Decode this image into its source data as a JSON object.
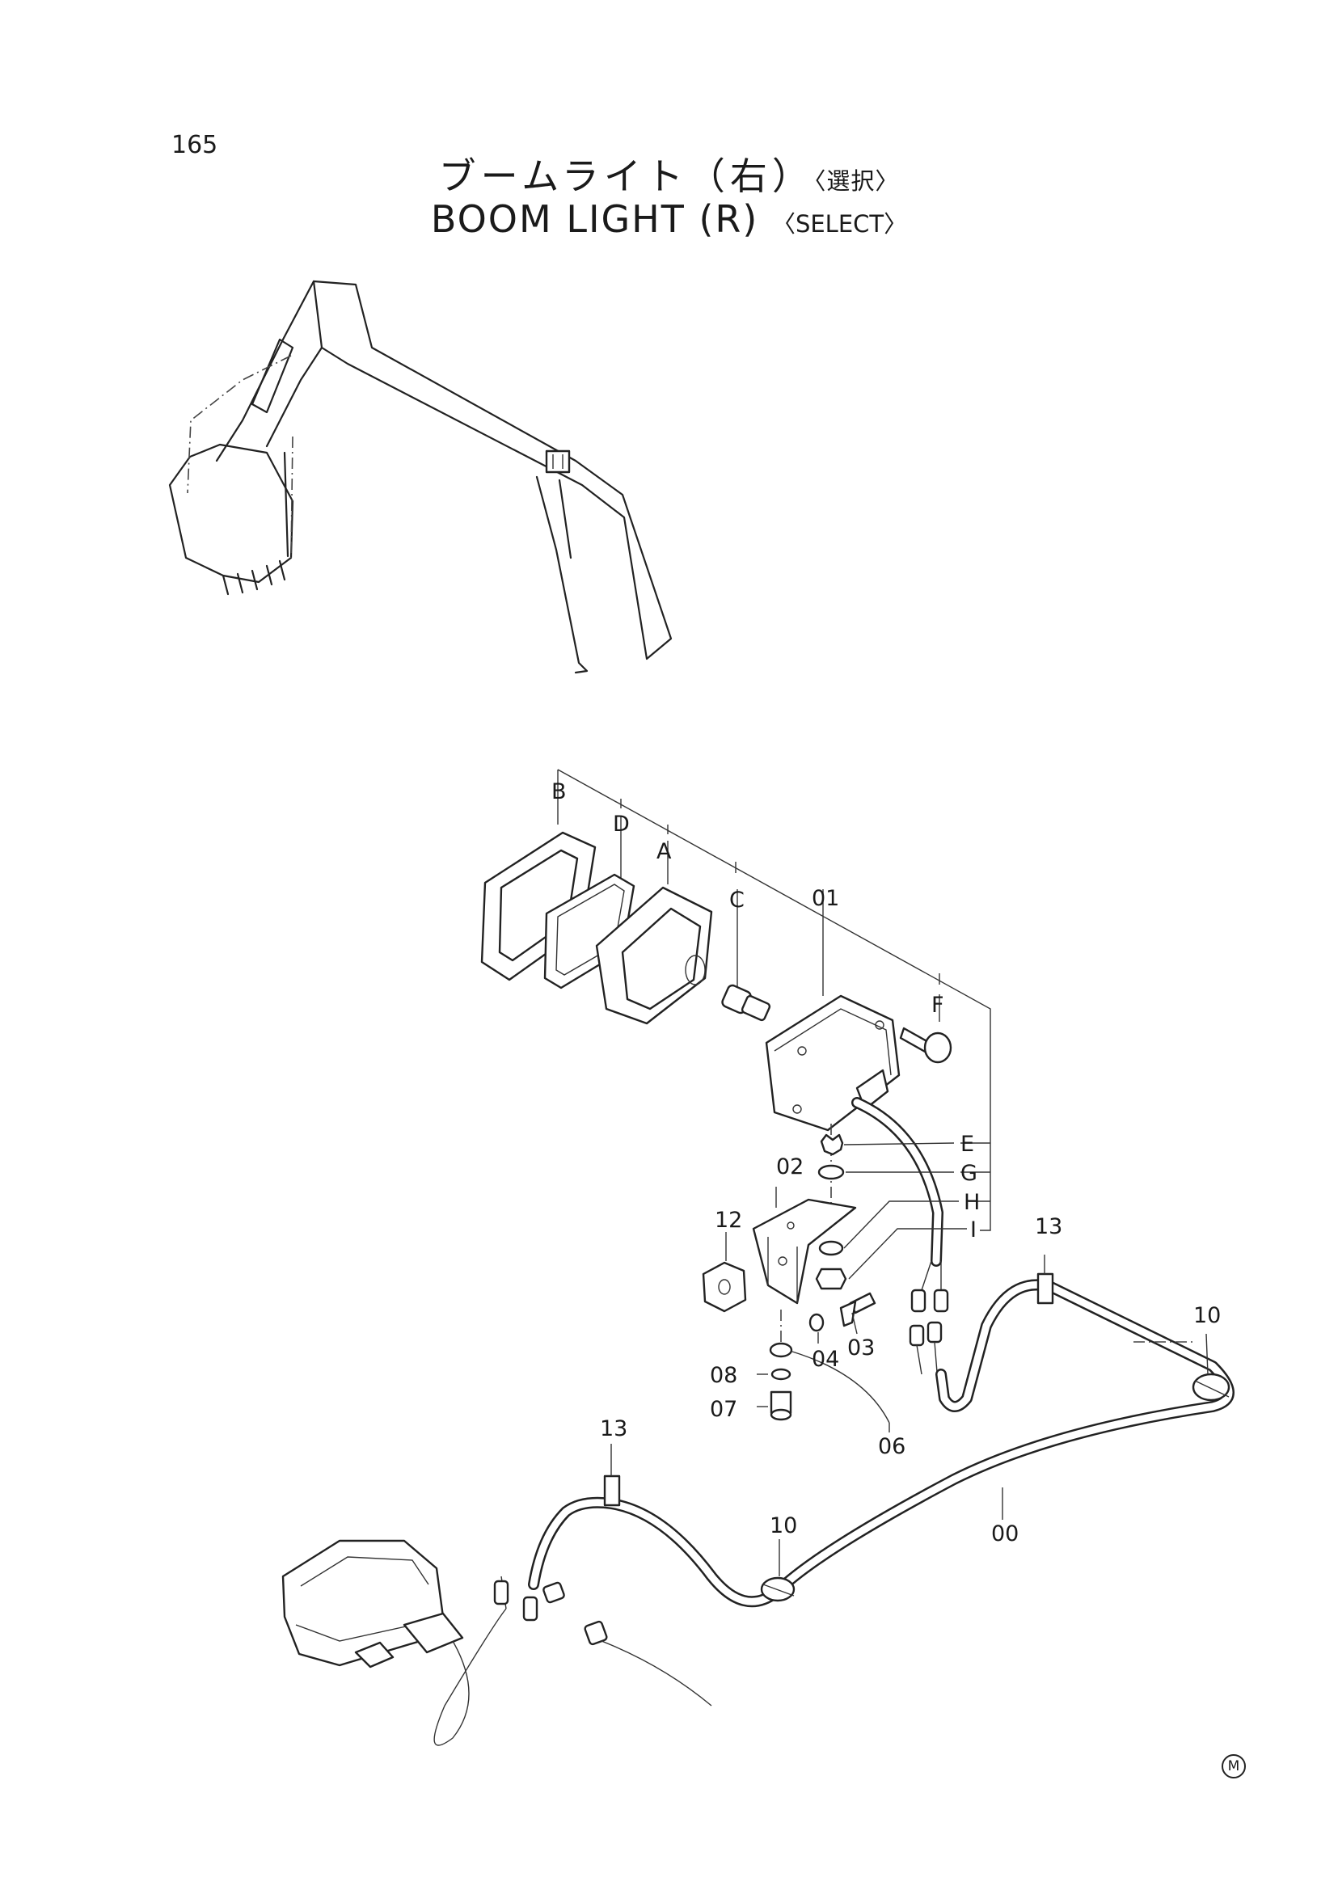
{
  "page_number": "165",
  "title_jp": "ブームライト（右）",
  "title_jp_sub": "〈選択〉",
  "title_en": "BOOM LIGHT (R)",
  "title_en_sub": "〈SELECT〉",
  "callouts": {
    "B": "B",
    "D": "D",
    "A": "A",
    "C": "C",
    "F": "F",
    "E": "E",
    "G": "G",
    "H": "H",
    "I": "I",
    "p00": "00",
    "p01": "01",
    "p02": "02",
    "p03": "03",
    "p04": "04",
    "p06": "06",
    "p07": "07",
    "p08": "08",
    "p10a": "10",
    "p10b": "10",
    "p12": "12",
    "p13a": "13",
    "p13b": "13"
  },
  "maker_mark": "M"
}
